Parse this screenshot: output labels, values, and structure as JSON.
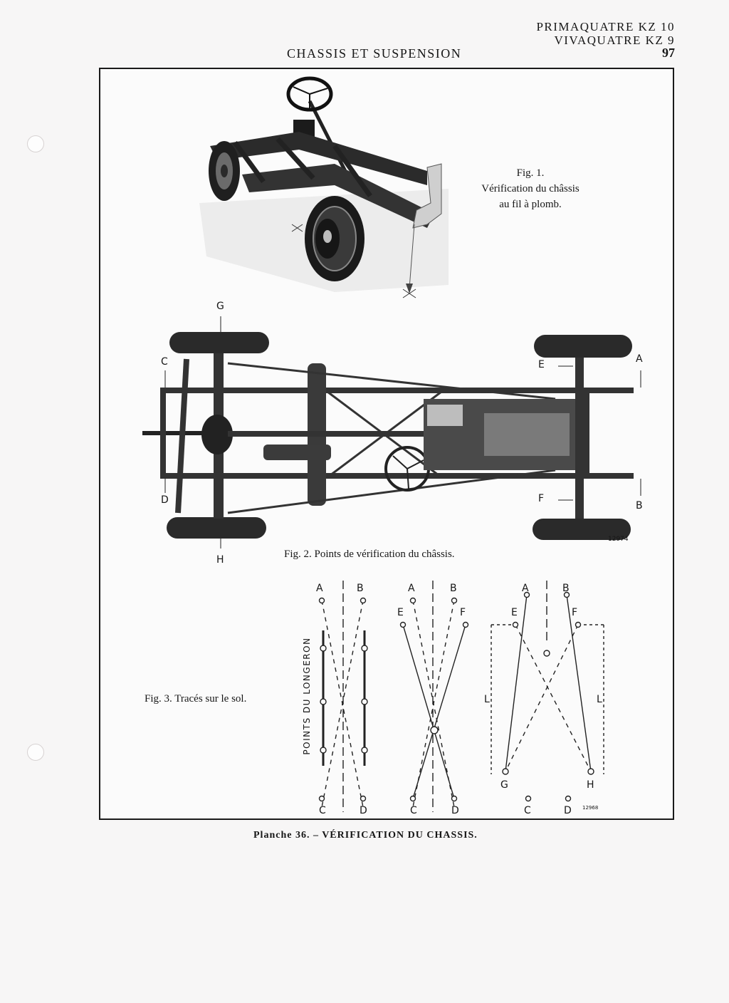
{
  "header": {
    "model_line_1": "PRIMAQUATRE KZ 10",
    "model_line_2": "VIVAQUATRE KZ 9",
    "page_number": "97",
    "section_title": "CHASSIS ET SUSPENSION"
  },
  "figures": {
    "fig1_caption_line1": "Fig. 1.",
    "fig1_caption_line2": "Vérification du châssis",
    "fig1_caption_line3": "au fil à plomb.",
    "fig2_caption": "Fig. 2. Points de vérification du châssis.",
    "fig2_reference": "12974",
    "fig3_caption": "Fig. 3. Tracés sur le sol.",
    "fig3_side_label": "POINTS DU LONGERON",
    "fig3_reference": "12968"
  },
  "chassis_points": {
    "a": "A",
    "b": "B",
    "c": "C",
    "d": "D",
    "e": "E",
    "f": "F",
    "g": "G",
    "h": "H",
    "dim_l": "L"
  },
  "footer": {
    "plate_caption": "Planche 36. – VÉRIFICATION DU CHASSIS."
  }
}
